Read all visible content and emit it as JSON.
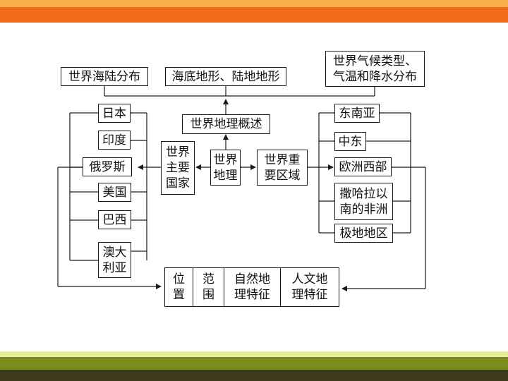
{
  "colors": {
    "top_band_top": "#f7b04a",
    "top_band_bottom": "#ef6a1a",
    "bottom_band_light": "#e7ed9a",
    "bottom_band_olive": "#7b8d1c",
    "bottom_band_dark": "#3c3a19",
    "line": "#1a1a1a"
  },
  "nodes": {
    "sea_land": "世界海陆分布",
    "landforms": "海底地形、陆地地形",
    "climate": "世界气候类型、\n气温和降水分布",
    "overview": "世界地理概述",
    "core": "世界\n地理",
    "major_countries": "世界\n主要\n国家",
    "key_regions": "世界重\n要区域"
  },
  "countries": [
    "日本",
    "印度",
    "俄罗斯",
    "美国",
    "巴西",
    "澳大\n利亚"
  ],
  "regions": [
    "东南亚",
    "中东",
    "欧洲西部",
    "撒哈拉以\n南的非洲",
    "极地地区"
  ],
  "aspects": [
    "位\n置",
    "范\n围",
    "自然地\n理特征",
    "人文地\n理特征"
  ]
}
